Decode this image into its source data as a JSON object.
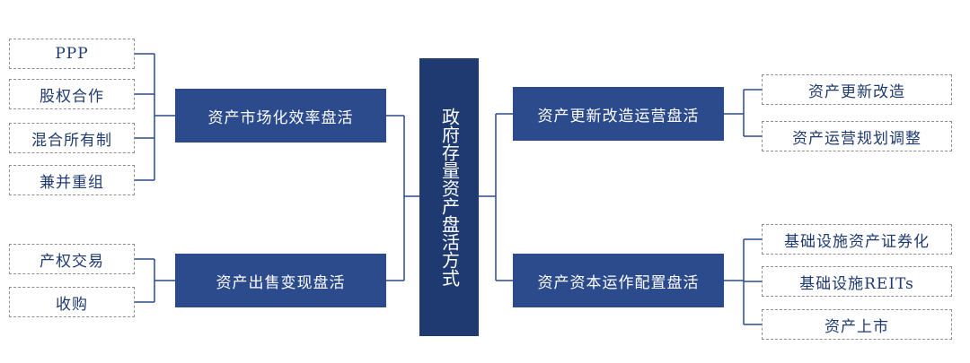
{
  "center": {
    "label": "政府存量资产盘活方式"
  },
  "left_branches": [
    {
      "label": "资产市场化效率盘活",
      "leaves": [
        "PPP",
        "股权合作",
        "混合所有制",
        "兼并重组"
      ]
    },
    {
      "label": "资产出售变现盘活",
      "leaves": [
        "产权交易",
        "收购"
      ]
    }
  ],
  "right_branches": [
    {
      "label": "资产更新改造运营盘活",
      "leaves": [
        "资产更新改造",
        "资产运营规划调整"
      ]
    },
    {
      "label": "资产资本运作配置盘活",
      "leaves": [
        "基础设施资产证券化",
        "基础设施REITs",
        "资产上市"
      ]
    }
  ],
  "colors": {
    "center": "#1f3a70",
    "branch": "#2b4b8c",
    "leaf_text": "#1f3a70",
    "line": "#2b4b8c",
    "leaf_border": "#8e8e8e"
  }
}
